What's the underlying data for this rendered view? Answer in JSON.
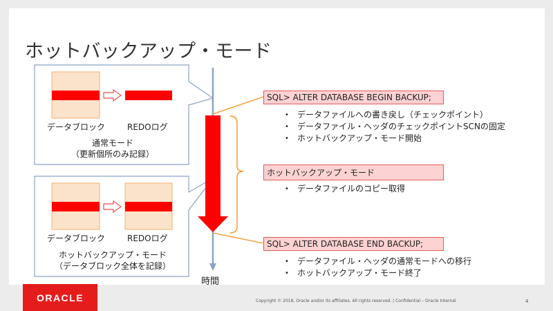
{
  "title": "ホットバックアップ・モード",
  "top_panel": {
    "block_label": "データブロック",
    "redo_label": "REDOログ",
    "mode_line1": "通常モード",
    "mode_line2": "（更新個所のみ記録）"
  },
  "bottom_panel": {
    "block_label": "データブロック",
    "redo_label": "REDOログ",
    "mode_line1": "ホットバックアップ・モード",
    "mode_line2": "（データブロック全体を記録）"
  },
  "time_label": "時間",
  "steps": [
    {
      "command": "SQL> ALTER DATABASE BEGIN BACKUP;",
      "bullets": [
        "データファイルへの書き戻し（チェックポイント）",
        "データファイル・ヘッダのチェックポイントSCNの固定",
        "ホットバックアップ・モード開始"
      ]
    },
    {
      "command": "ホットバックアップ・モード",
      "bullets": [
        "データファイルのコピー取得"
      ]
    },
    {
      "command": "SQL> ALTER DATABASE END BACKUP;",
      "bullets": [
        "データファイル・ヘッダの通常モードへの移行",
        "ホットバックアップ・モード終了"
      ]
    }
  ],
  "footer": {
    "logo": "ORACLE",
    "copyright": "Copyright © 2018, Oracle and/or its affiliates. All rights reserved.  |  Confidential – Oracle Internal",
    "page": "4"
  },
  "colors": {
    "accent_red": "#ff0000",
    "block_fill": "#fbe3cb",
    "block_border": "#f0b070",
    "orange_line": "#f7941d",
    "axis": "#8aa4c4",
    "highlight_fill": "#fcd2d2",
    "logo_red": "#e51c1c"
  }
}
